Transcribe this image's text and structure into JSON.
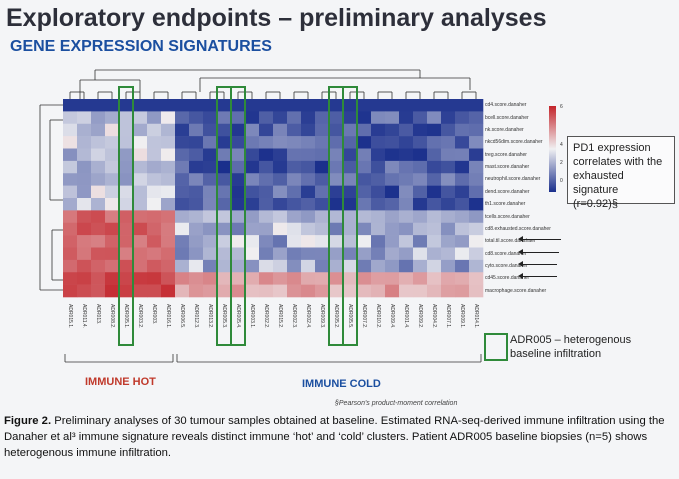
{
  "title": "Exploratory endpoints – preliminary analyses",
  "subtitle": "GENE EXPRESSION SIGNATURES",
  "rows": [
    "cd4.score.danaher",
    "bcell.score.danaher",
    "nk.score.danaher",
    "nkcd56dim.score.danaher",
    "treg.score.danaher",
    "mast.score.danaher",
    "neutrophil.score.danaher",
    "dend.score.danaher",
    "th1.score.danaher",
    "tcells.score.danaher",
    "cd8.exhausted.score.danaher",
    "total.til.score.danahaer",
    "cd8.score.danaher",
    "cyto.score.danaher",
    "cd45.score.danaher",
    "macrophage.score.danaher"
  ],
  "columns": [
    "ADR015.1.",
    "ADR011.4.",
    "ADR013.",
    "ADR008.2.",
    "ADR005.1.",
    "ADR003.2.",
    "ADR003.",
    "ADR016.1.",
    "ADR006.5.",
    "ADR012.3.",
    "ADR013.2.",
    "ADR005.3.",
    "ADR005.4.",
    "ADR003.1.",
    "ADR002.2.",
    "ADR015.2.",
    "ADR002.3.",
    "ADR002.4.",
    "ADR009.3.",
    "ADR005.2.",
    "ADR005.5.",
    "ADR007.2.",
    "ADR010.2.",
    "ADR009.4.",
    "ADR001.4.",
    "ADR009.2.",
    "ADR004.2.",
    "ADR007.1.",
    "ADR009.1.",
    "ADR014.1."
  ],
  "colorbar": {
    "ticks": [
      "6",
      "4",
      "2",
      "0"
    ]
  },
  "pd1_box": [
    "PD1 expression",
    "correlates with the",
    "exhausted signature",
    "(r=0.92)§"
  ],
  "legend": {
    "line1": "ADR005 – heterogenous",
    "line2": "baseline infiltration"
  },
  "immune_hot": "IMMUNE HOT",
  "immune_cold": "IMMUNE COLD",
  "pearson_note": "§Pearson's product-moment correlation",
  "caption": {
    "label": "Figure 2.",
    "text": "Preliminary analyses of 30 tumour samples obtained at baseline. Estimated RNA-seq-derived immune infiltration using the Danaher et al³ immune signature reveals distinct immune ‘hot’ and ‘cold’ clusters. Patient ADR005 baseline biopsies (n=5) shows heterogenous immune infiltration."
  },
  "colors": {
    "red": "#c3242a",
    "white": "#f0f0f2",
    "blue": "#1a2f8c",
    "green_box": "#2f8a3a",
    "subtitle": "#1b4fa0"
  }
}
